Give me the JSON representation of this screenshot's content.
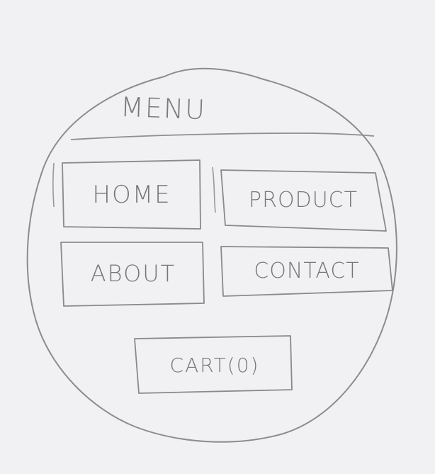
{
  "menu": {
    "title": "MENU",
    "items": [
      {
        "label": "HOME"
      },
      {
        "label": "PRODUCT"
      },
      {
        "label": "ABOUT"
      },
      {
        "label": "CONTACT"
      }
    ],
    "cart_label": "CART(0)"
  },
  "colors": {
    "paper": "#f1f1f3",
    "pencil": "#8a8a8a"
  }
}
